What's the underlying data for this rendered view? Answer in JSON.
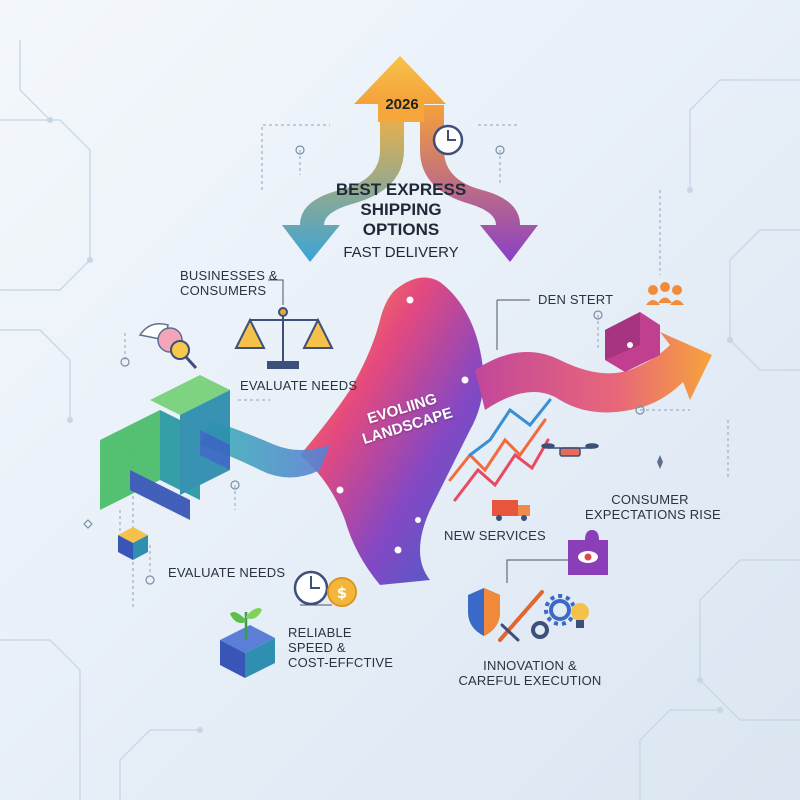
{
  "year": "2026",
  "title": {
    "lines": [
      "BEST EXPRESS",
      "SHIPPING",
      "OPTIONS"
    ],
    "subtitle": "FAST DELIVERY"
  },
  "center_label": [
    "EVOLIING",
    "LANDSCAPE"
  ],
  "labels": {
    "businesses_consumers": [
      "BUSINESSES &",
      "CONSUMERS"
    ],
    "evaluate_needs_top": "EVALUATE NEEDS",
    "evaluate_needs_left": "EVALUATE NEEDS",
    "reliable": [
      "RELIABLE",
      "SPEED &",
      "COST-EFFCTIVE"
    ],
    "den_stert": "DEN STERT",
    "consumer_expectations": [
      "CONSUMER",
      "EXPECTATIONS RISE"
    ],
    "new_services": "NEW SERVICES",
    "innovation": [
      "INNOVATION &",
      "CAREFUL EXECUTION"
    ]
  },
  "icons": [
    "up-arrow-icon",
    "clock-icon",
    "scale-icon",
    "winged-brain-icon",
    "magnifier-icon",
    "people-icon",
    "growth-chart-icon",
    "drone-icon",
    "delivery-truck-icon",
    "puzzle-eye-icon",
    "shield-icon",
    "sword-icon",
    "gears-icon",
    "lightbulb-icon",
    "plant-box-icon",
    "dollar-coin-icon",
    "cube-icon",
    "isometric-blocks-icon",
    "curved-arrow-icon"
  ],
  "colors": {
    "orange": "#f6a23c",
    "purple": "#7b4bc4",
    "teal": "#35b7b4",
    "magenta": "#c2429b",
    "blue": "#3d62c9",
    "green": "#5bbf6a",
    "text": "#2a3340"
  }
}
